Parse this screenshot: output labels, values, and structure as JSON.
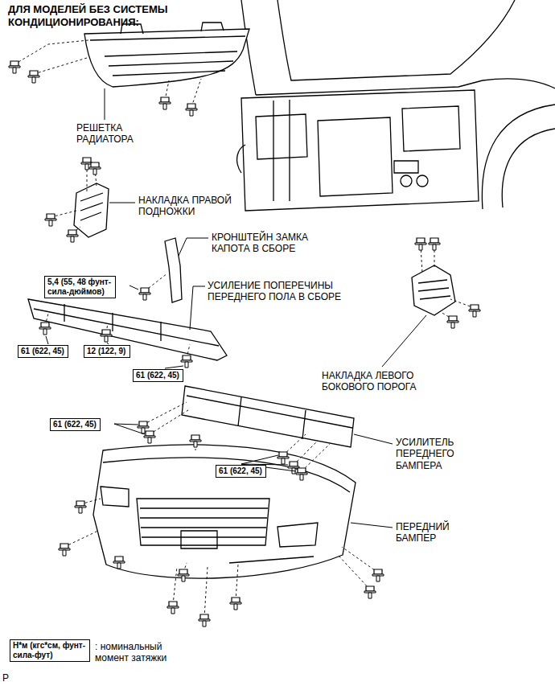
{
  "diagram": {
    "title": "ДЛЯ МОДЕЛЕЙ БЕЗ СИСТЕМЫ КОНДИЦИОНИРОВАНИЯ:",
    "nodes": [
      {
        "text": [
          "5,4 (55, 48 фунт-сила-дюймов)"
        ]
      },
      {
        "text": [
          "61 (622, 45)"
        ]
      },
      {
        "text": [
          "12 (122, 9)"
        ]
      },
      {
        "text": [
          "61 (622, 45)"
        ]
      },
      {
        "text": [
          "61 (622, 45)"
        ]
      },
      {
        "text": [
          "61 (622, 45)"
        ]
      },
      {
        "text": [
          "Н*м (кгс*см, фунт-сила-фут)"
        ]
      }
    ],
    "labels": [
      "РЕШЕТКА РАДИАТОРА",
      "НАКЛАДКА ПРАВОЙ ПОДНОЖКИ",
      "КРОНШТЕЙН ЗАМКА КАПОТА В СБОРЕ",
      "УСИЛЕНИЕ ПОПЕРЕЧИНЫ ПЕРЕДНЕГО ПОЛА В СБОРЕ",
      "НАКЛАДКА ЛЕВОГО БОКОВОГО ПОРОГА",
      "УСИЛИТЕЛЬ ПЕРЕДНЕГО БАМПЕРА",
      "ПЕРЕДНИЙ БАМПЕР",
      "P"
    ],
    "legend": [
      {
        "text": ": номинальный момент затяжки"
      }
    ]
  }
}
